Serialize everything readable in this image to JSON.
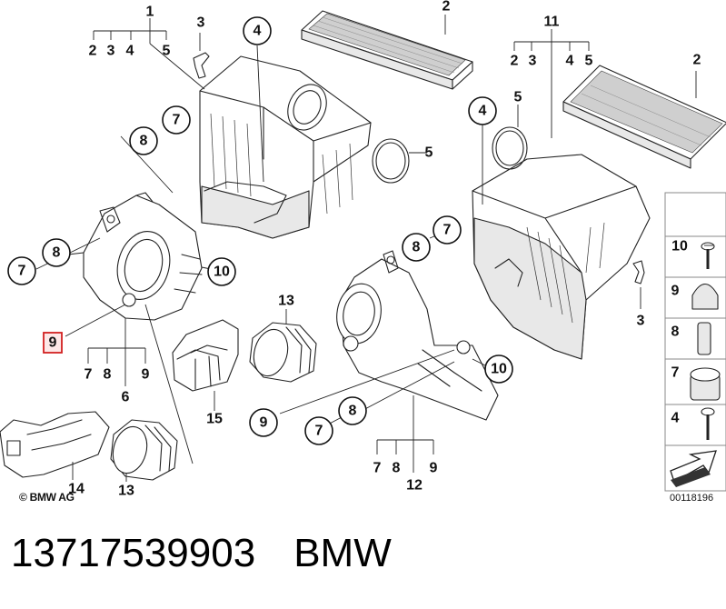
{
  "footer": {
    "part_number": "13717539903",
    "brand": "BMW"
  },
  "copyright": "© BMW AG",
  "ref_code": "00118196",
  "callouts": {
    "c1": "1",
    "c1_2": "2",
    "c1_3": "3",
    "c1_4": "4",
    "c1_5": "5",
    "c2a": "2",
    "c3a": "3",
    "c4a": "4",
    "c5a": "5",
    "c7a": "7",
    "c8a": "8",
    "c8b": "8",
    "c7b": "7",
    "c10a": "10",
    "c9a": "9",
    "c6": "6",
    "c6_7": "7",
    "c6_8": "8",
    "c6_9": "9",
    "c13a": "13",
    "c15": "15",
    "c14": "14",
    "c13b": "13",
    "c11": "11",
    "c11_2": "2",
    "c11_3": "3",
    "c11_4": "4",
    "c11_5": "5",
    "c2b": "2",
    "c5b": "5",
    "c4b": "4",
    "c3b": "3",
    "c7c": "7",
    "c8c": "8",
    "c10b": "10",
    "c9b": "9",
    "c8d": "8",
    "c7d": "7",
    "c12": "12",
    "c12_7": "7",
    "c12_8": "8",
    "c12_9": "9"
  },
  "legend": [
    "10",
    "9",
    "8",
    "7",
    "4"
  ]
}
